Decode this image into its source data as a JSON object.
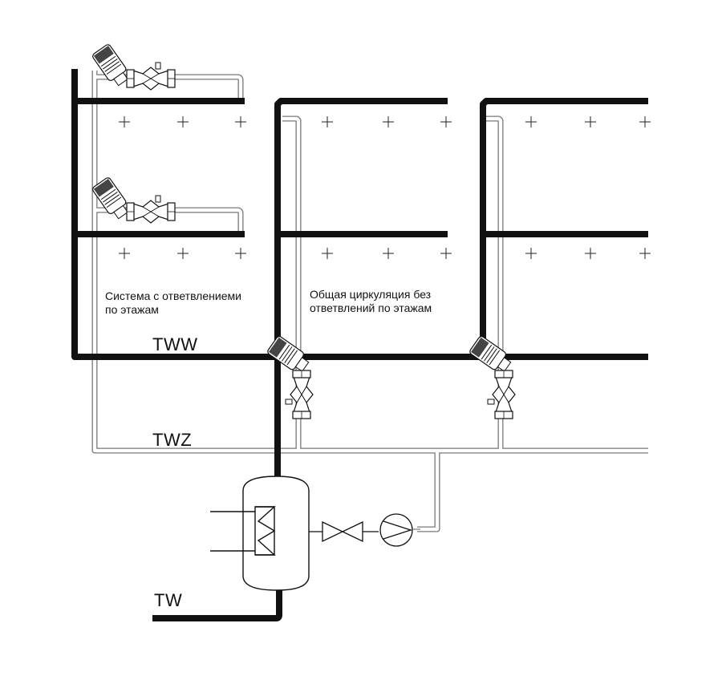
{
  "diagram": {
    "annotation_left_line1": "Система с ответвлениеми",
    "annotation_left_line2": "по этажам",
    "annotation_right_line1": "Общая циркуляция без",
    "annotation_right_line2": "ответвлений по этажам",
    "label_supply": "TWW",
    "label_circulation": "TWZ",
    "label_cold_inlet": "TW"
  },
  "colors": {
    "main_pipe": "#111111",
    "circulation_pipe": "#777777",
    "valve_fill": "#ffffff",
    "outline": "#111111"
  },
  "icons": [
    "balancing-valve-icon",
    "storage-tank-icon",
    "heat-exchanger-icon",
    "gate-valve-icon",
    "circulation-pump-icon",
    "tap-point-icon"
  ]
}
